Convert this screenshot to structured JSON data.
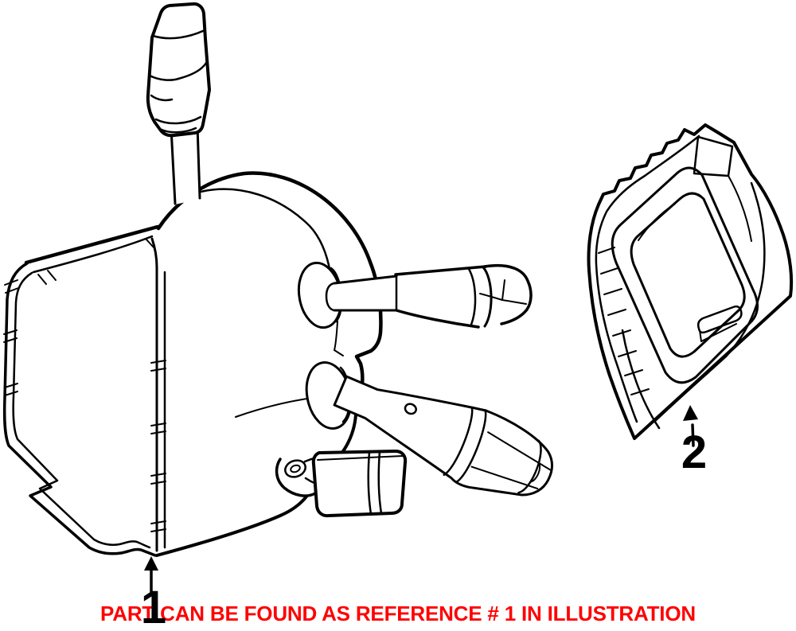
{
  "page": {
    "background": "#ffffff",
    "line_color": "#000000"
  },
  "labels": {
    "part1_ref": "1",
    "part2_ref": "2"
  },
  "note": {
    "text": "PART CAN BE FOUND AS REFERENCE # 1 IN ILLUSTRATION",
    "color": "#ff0000"
  },
  "icons": {
    "part1_pointer": "up-arrow",
    "part2_pointer": "up-arrow"
  }
}
